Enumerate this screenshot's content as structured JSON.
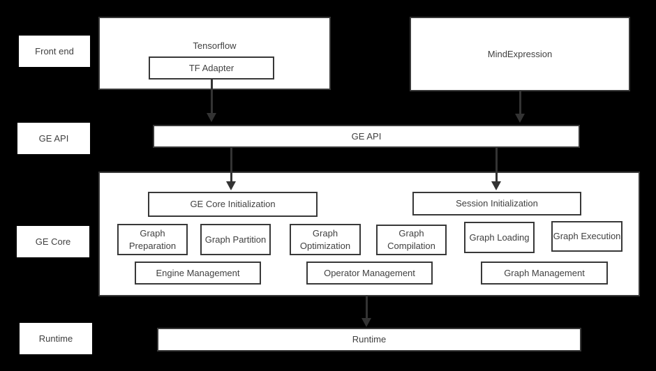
{
  "colors": {
    "background": "#000000",
    "box_fill": "#ffffff",
    "box_border": "#383838",
    "text": "#404040",
    "arrow": "#333333"
  },
  "side_labels": {
    "front_end": "Front end",
    "ge_api": "GE API",
    "ge_core": "GE Core",
    "runtime": "Runtime"
  },
  "front_end": {
    "tensorflow": "Tensorflow",
    "tf_adapter": "TF Adapter",
    "mindexpression": "MindExpression"
  },
  "ge_api": {
    "label": "GE API"
  },
  "ge_core": {
    "ge_core_initialization": "GE Core Initialization",
    "session_initialization": "Session Initialization",
    "modules": [
      "Graph Preparation",
      "Graph Partition",
      "Graph Optimization",
      "Graph Compilation",
      "Graph Loading",
      "Graph Execution"
    ],
    "management": [
      "Engine Management",
      "Operator Management",
      "Graph Management"
    ]
  },
  "runtime": {
    "label": "Runtime"
  }
}
